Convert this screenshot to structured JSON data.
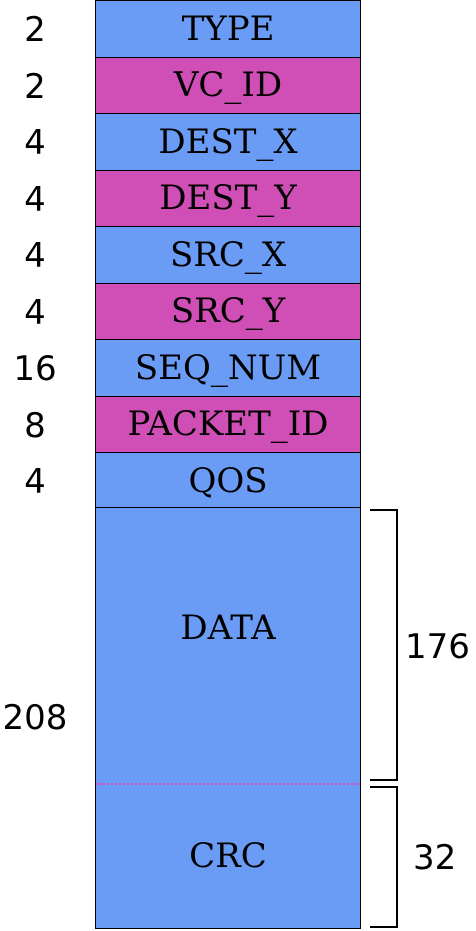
{
  "colors": {
    "blue": "#6b9cf5",
    "magenta": "#d04fb6"
  },
  "fields": [
    {
      "label": "TYPE",
      "bits": "2",
      "color": "blue"
    },
    {
      "label": "VC_ID",
      "bits": "2",
      "color": "magenta"
    },
    {
      "label": "DEST_X",
      "bits": "4",
      "color": "blue"
    },
    {
      "label": "DEST_Y",
      "bits": "4",
      "color": "magenta"
    },
    {
      "label": "SRC_X",
      "bits": "4",
      "color": "blue"
    },
    {
      "label": "SRC_Y",
      "bits": "4",
      "color": "magenta"
    },
    {
      "label": "SEQ_NUM",
      "bits": "16",
      "color": "blue"
    },
    {
      "label": "PACKET_ID",
      "bits": "8",
      "color": "magenta"
    },
    {
      "label": "QOS",
      "bits": "4",
      "color": "blue"
    }
  ],
  "payload": {
    "total_bits": "208",
    "data_label": "DATA",
    "data_bits": "176",
    "crc_label": "CRC",
    "crc_bits": "32"
  }
}
